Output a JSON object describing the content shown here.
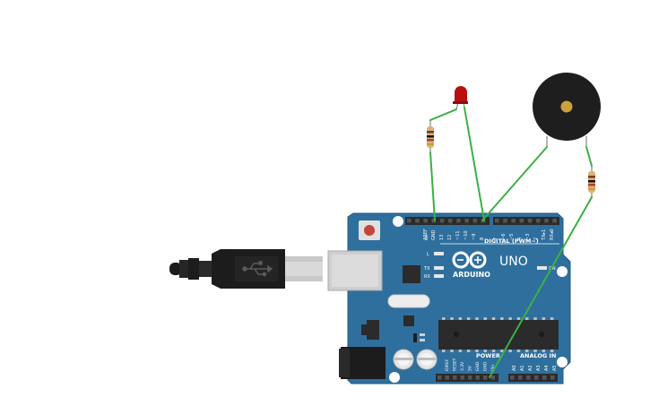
{
  "canvas": {
    "background": "#ffffff"
  },
  "colors": {
    "board": "#2f6f9e",
    "board_edge": "#24597f",
    "wire": "#3cb043",
    "led": "#b81010",
    "buzzer": "#1e1e1e",
    "buzzer_center": "#c8a23a",
    "usb_body": "#1c1c1c",
    "usb_metal": "#c9c9c9"
  },
  "board": {
    "brand": "ARDUINO",
    "model": "UNO",
    "digital_label": "DIGITAL (PWM~)",
    "power_label": "POWER",
    "analog_label": "ANALOG IN",
    "led_l": "L",
    "led_tx": "TX",
    "led_rx": "RX",
    "led_on": "ON",
    "digital_pins": [
      "AREF",
      "GND",
      "13",
      "12",
      "~11",
      "~10",
      "~9",
      "8",
      "7",
      "~6",
      "~5",
      "4",
      "~3",
      "2",
      "TX▸1",
      "RX◂0"
    ],
    "power_pins": [
      "IOREF",
      "RESET",
      "3.3V",
      "5V",
      "GND",
      "GND",
      "Vin"
    ],
    "analog_pins": [
      "A0",
      "A1",
      "A2",
      "A3",
      "A4",
      "A5"
    ]
  },
  "components": {
    "led": "led",
    "buzzer": "piezo-buzzer",
    "resistors": [
      "resistor-led",
      "resistor-buzzer"
    ],
    "usb": "usb-cable"
  }
}
